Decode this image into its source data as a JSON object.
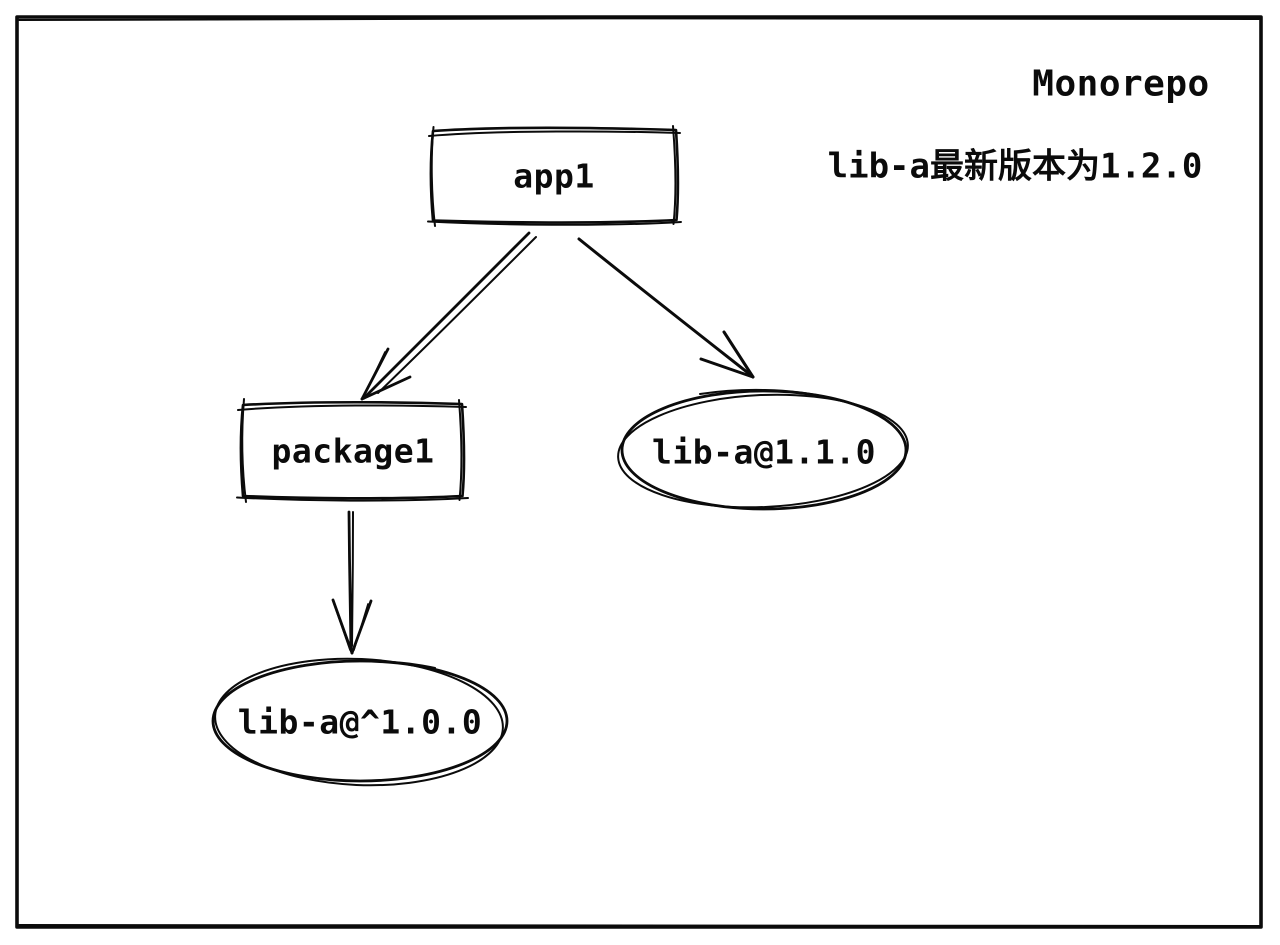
{
  "title": "Monorepo",
  "note": "lib-a最新版本为1.2.0",
  "nodes": [
    {
      "id": "app1",
      "label": "app1",
      "shape": "rectangle"
    },
    {
      "id": "package1",
      "label": "package1",
      "shape": "rectangle"
    },
    {
      "id": "lib-a-1-1-0",
      "label": "lib-a@1.1.0",
      "shape": "ellipse"
    },
    {
      "id": "lib-a-caret-1-0-0",
      "label": "lib-a@^1.0.0",
      "shape": "ellipse"
    }
  ],
  "edges": [
    {
      "from": "app1",
      "to": "package1"
    },
    {
      "from": "app1",
      "to": "lib-a@1.1.0"
    },
    {
      "from": "package1",
      "to": "lib-a@^1.0.0"
    }
  ],
  "colors": {
    "stroke": "#0b0b0b",
    "background": "#ffffff"
  }
}
